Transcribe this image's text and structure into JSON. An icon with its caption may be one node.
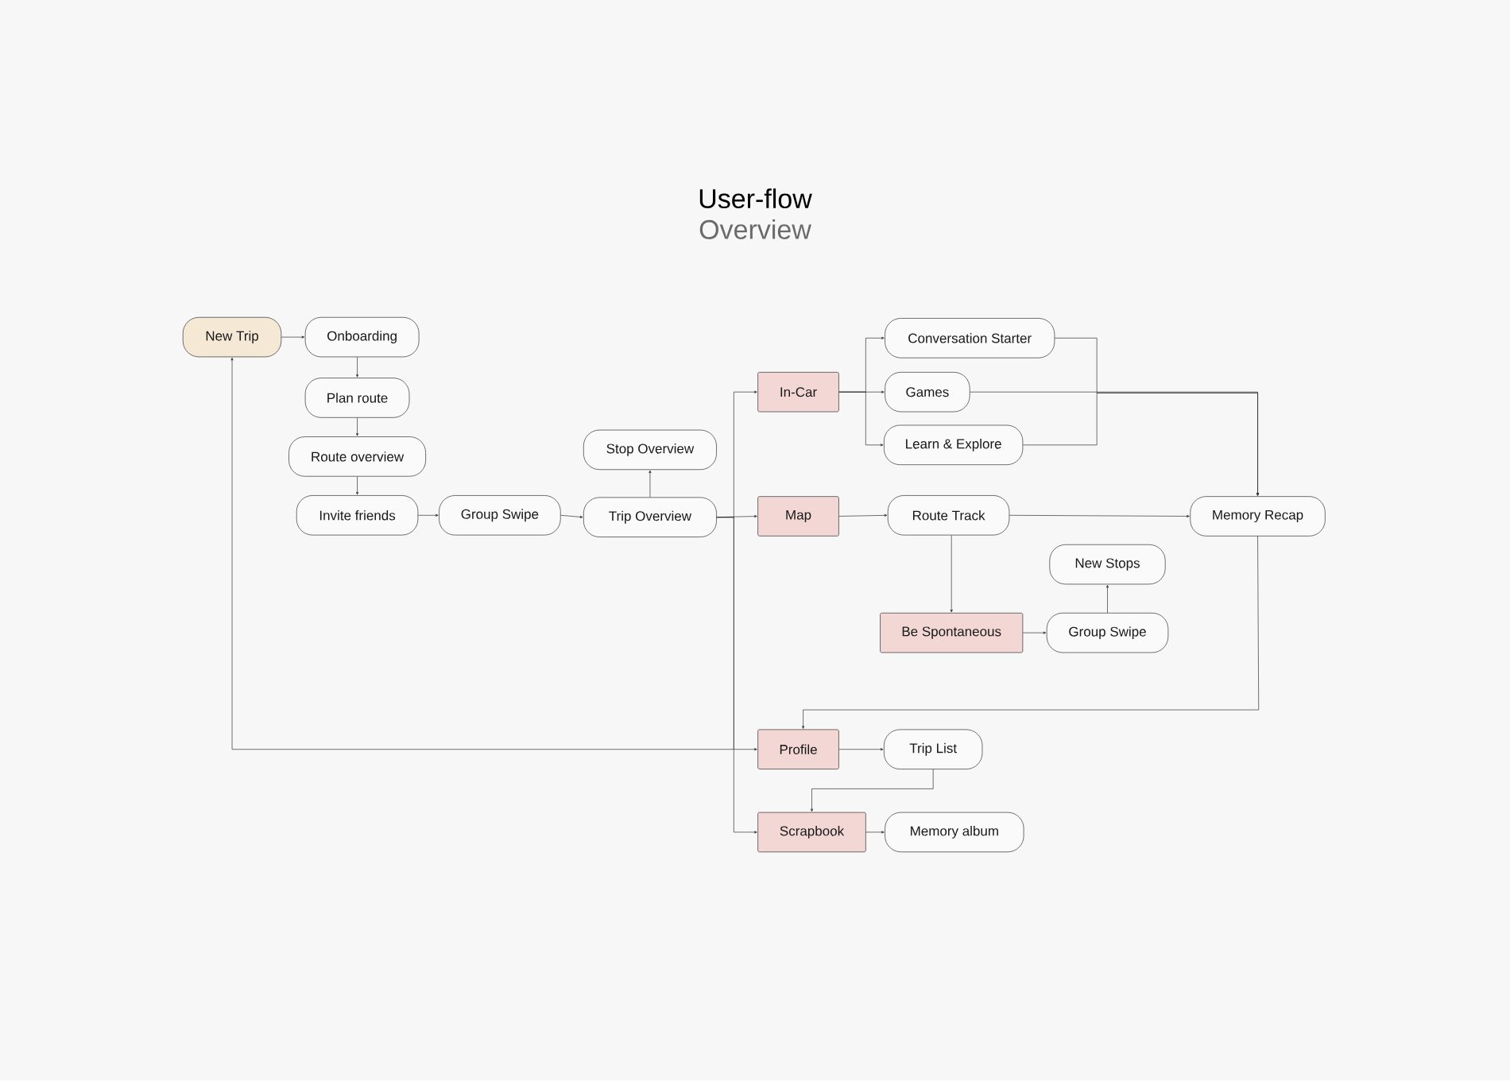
{
  "diagram": {
    "title": "User-flow",
    "nodes": [
      {
        "text": [
          "New Trip"
        ]
      },
      {
        "text": [
          "Onboarding"
        ]
      },
      {
        "text": [
          "Plan route"
        ]
      },
      {
        "text": [
          "Route overview"
        ]
      },
      {
        "text": [
          "Invite friends"
        ]
      },
      {
        "text": [
          "Group Swipe"
        ]
      },
      {
        "text": [
          "Stop Overview"
        ]
      },
      {
        "text": [
          "Trip Overview"
        ]
      },
      {
        "text": [
          "In-Car"
        ]
      },
      {
        "text": [
          "Map"
        ]
      },
      {
        "text": [
          "Conversation Starter"
        ]
      },
      {
        "text": [
          "Games"
        ]
      },
      {
        "text": [
          "Learn & Explore"
        ]
      },
      {
        "text": [
          "Route Track"
        ]
      },
      {
        "text": [
          "Memory Recap"
        ]
      },
      {
        "text": [
          "New Stops"
        ]
      },
      {
        "text": [
          "Be Spontaneous"
        ]
      },
      {
        "text": [
          "Group Swipe"
        ]
      },
      {
        "text": [
          "Profile"
        ]
      },
      {
        "text": [
          "Trip List"
        ]
      },
      {
        "text": [
          "Scrapbook"
        ]
      },
      {
        "text": [
          "Memory album"
        ]
      }
    ],
    "edges": [
      {
        "from": 0,
        "to": 1,
        "arrow": "to"
      },
      {
        "from": 1,
        "to": 2,
        "arrow": "to"
      },
      {
        "from": 2,
        "to": 3,
        "arrow": "to"
      },
      {
        "from": 3,
        "to": 4,
        "arrow": "to"
      },
      {
        "from": 4,
        "to": 5,
        "arrow": "to"
      },
      {
        "from": 5,
        "to": 7,
        "arrow": "to"
      },
      {
        "from": 7,
        "to": 6,
        "arrow": "to"
      },
      {
        "from": 7,
        "to": 8,
        "arrow": "to"
      },
      {
        "from": 7,
        "to": 9,
        "arrow": "to"
      },
      {
        "from": 7,
        "to": 18,
        "arrow": "to"
      },
      {
        "from": 7,
        "to": 20,
        "arrow": "to"
      },
      {
        "from": 8,
        "to": 10,
        "arrow": "to"
      },
      {
        "from": 8,
        "to": 11,
        "arrow": "to"
      },
      {
        "from": 8,
        "to": 12,
        "arrow": "to"
      },
      {
        "from": 10,
        "to": 14,
        "arrow": "to"
      },
      {
        "from": 11,
        "to": 14,
        "arrow": "to"
      },
      {
        "from": 12,
        "to": 14,
        "arrow": "to"
      },
      {
        "from": 9,
        "to": 13,
        "arrow": "to"
      },
      {
        "from": 13,
        "to": 14,
        "arrow": "to"
      },
      {
        "from": 13,
        "to": 16,
        "arrow": "to"
      },
      {
        "from": 16,
        "to": 17,
        "arrow": "to"
      },
      {
        "from": 17,
        "to": 15,
        "arrow": "to"
      },
      {
        "from": 14,
        "to": 18,
        "arrow": "to"
      },
      {
        "from": 18,
        "to": 0,
        "arrow": "to"
      },
      {
        "from": 18,
        "to": 19,
        "arrow": "to"
      },
      {
        "from": 19,
        "to": 20,
        "arrow": "to"
      },
      {
        "from": 20,
        "to": 21,
        "arrow": "to"
      }
    ],
    "labels": [
      "Overview"
    ]
  }
}
